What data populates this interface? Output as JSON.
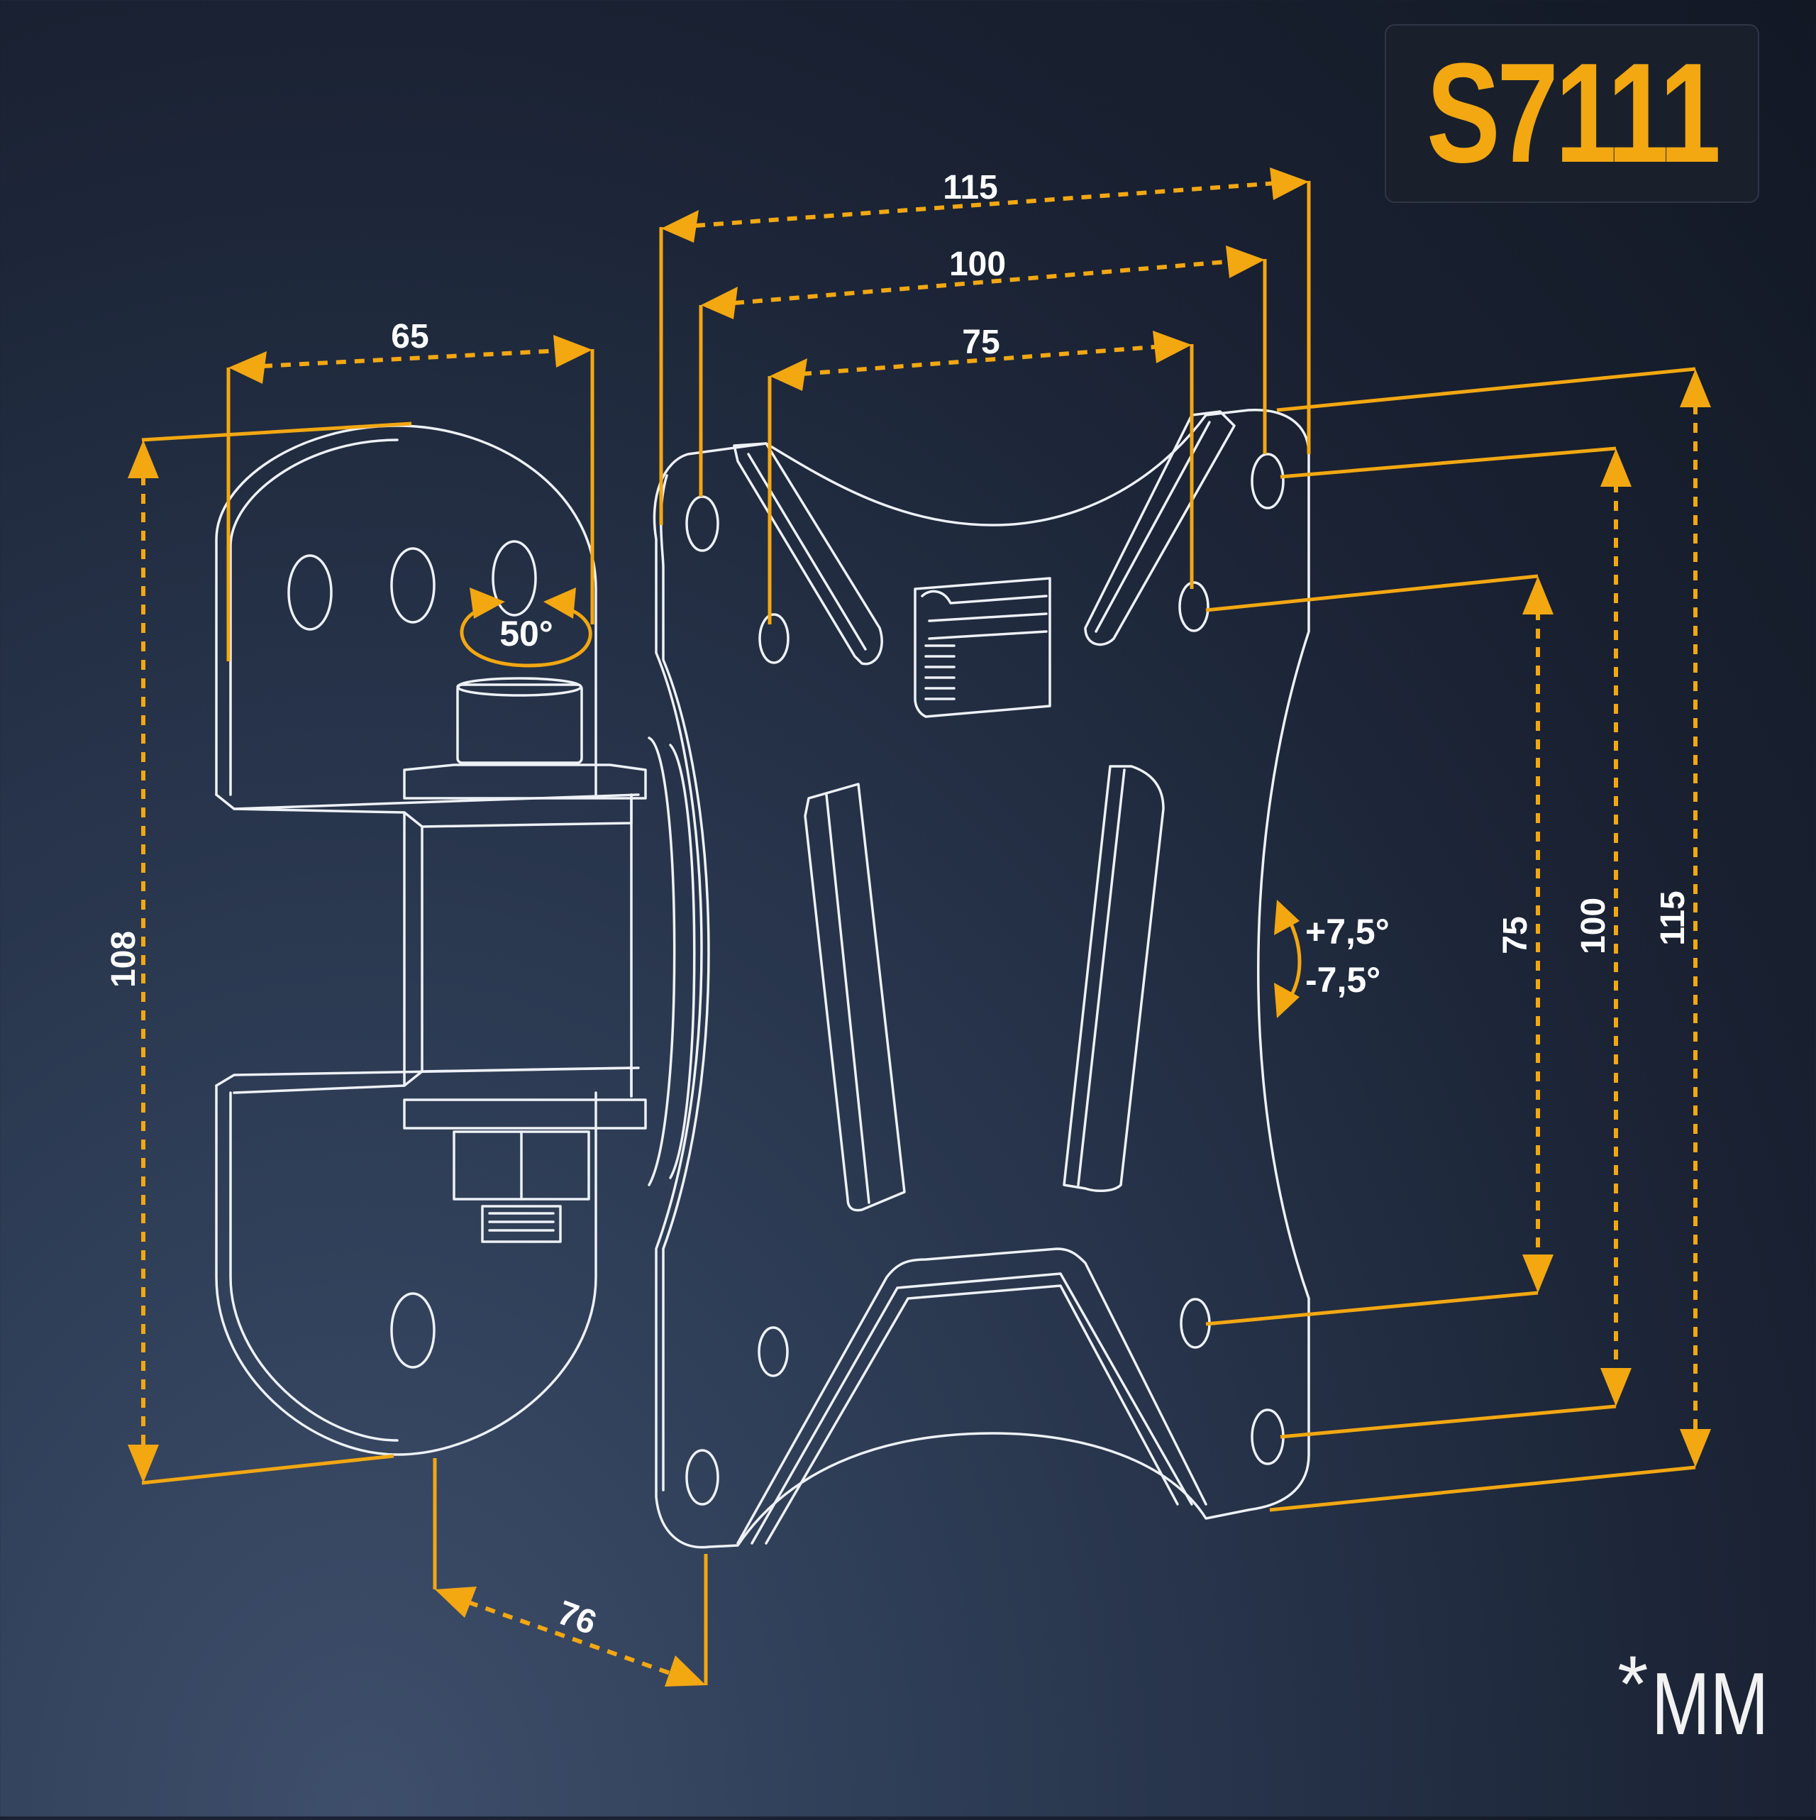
{
  "model": "S7111",
  "unit_star": "*",
  "unit_label": "MM",
  "colors": {
    "accent": "#f3a711",
    "line": "#eef1f6",
    "background": "#1a2233"
  },
  "dimensions": {
    "top_115": "115",
    "top_100": "100",
    "top_75": "75",
    "left_width": "65",
    "left_height": "108",
    "depth": "76",
    "right_75": "75",
    "right_100": "100",
    "right_115": "115"
  },
  "angles": {
    "swivel": "50°",
    "tilt_up": "+7,5°",
    "tilt_down": "-7,5°"
  }
}
